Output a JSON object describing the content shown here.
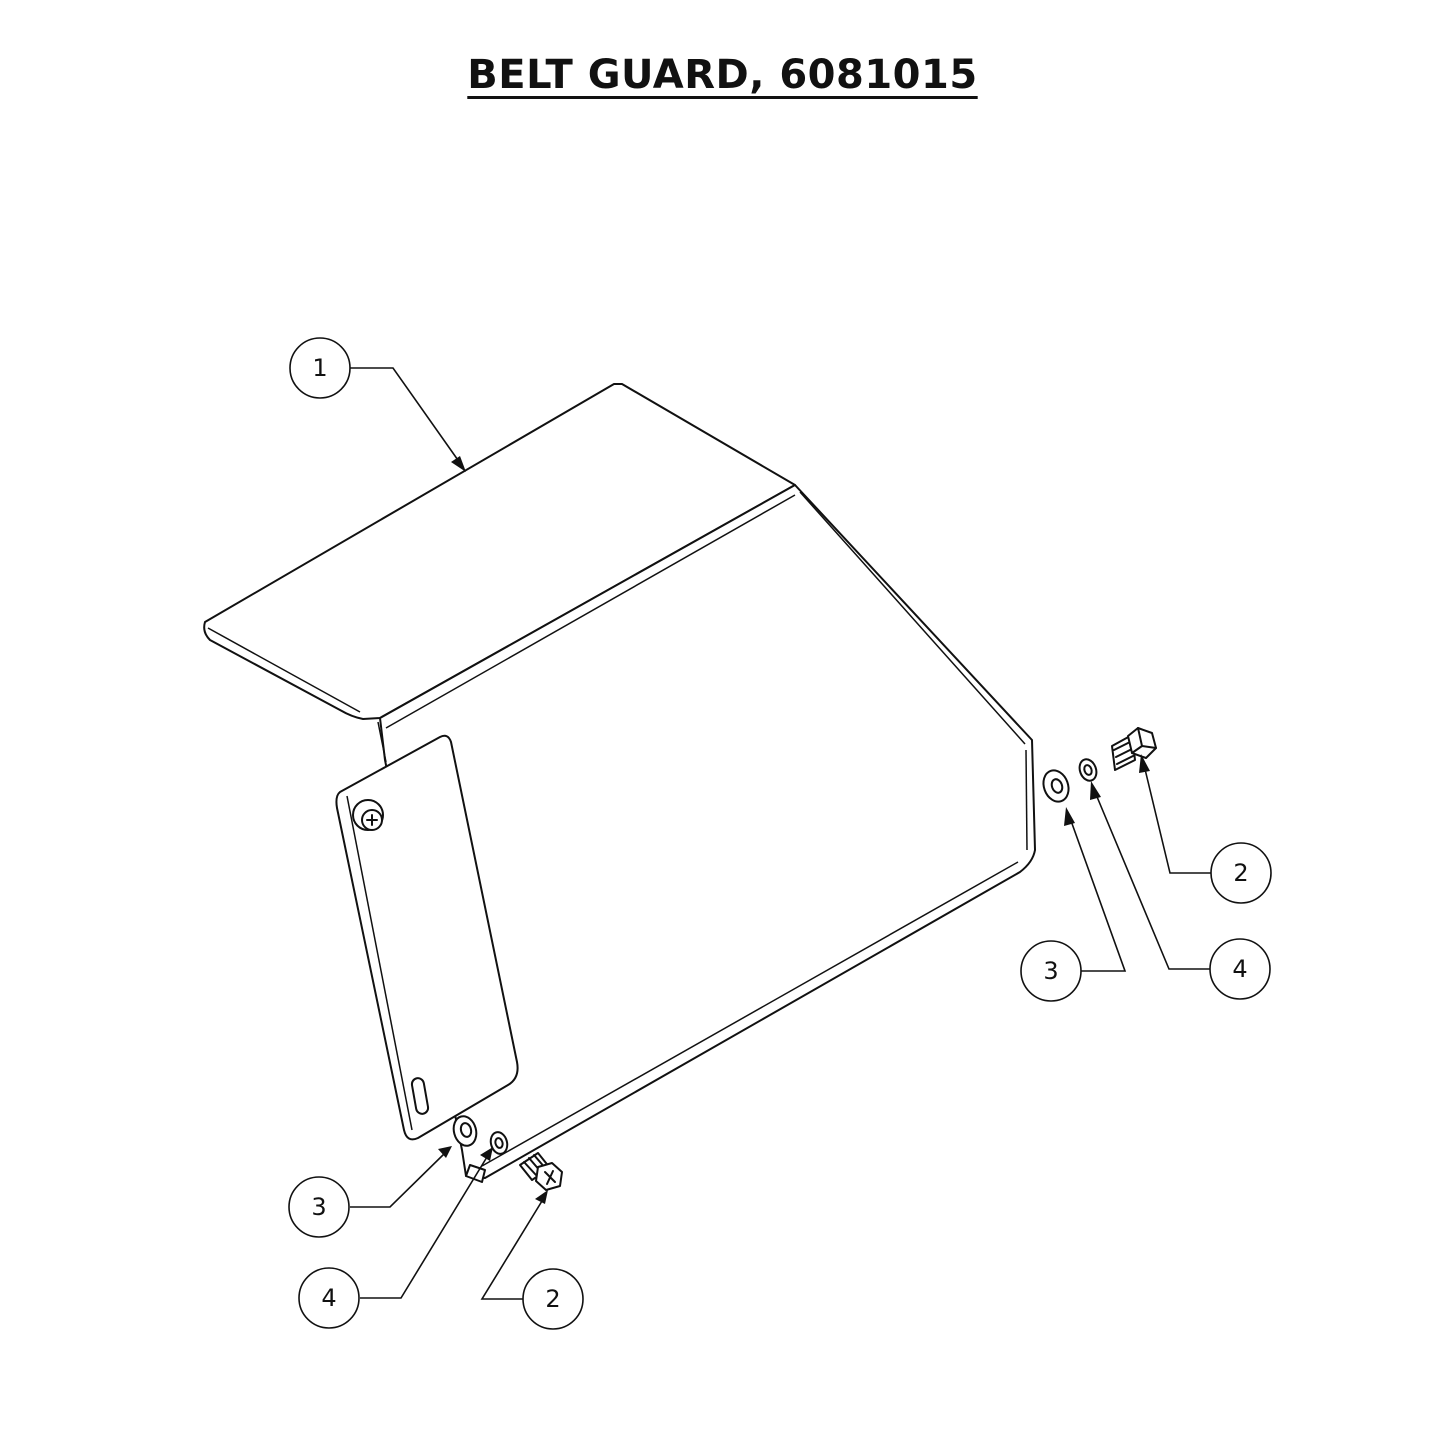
{
  "title": "BELT GUARD, 6081015",
  "callouts": [
    {
      "id": "callout-1-top",
      "number": "1"
    },
    {
      "id": "callout-2-right",
      "number": "2"
    },
    {
      "id": "callout-3-right",
      "number": "3"
    },
    {
      "id": "callout-4-right",
      "number": "4"
    },
    {
      "id": "callout-3-bottom",
      "number": "3"
    },
    {
      "id": "callout-4-bottom",
      "number": "4"
    },
    {
      "id": "callout-2-bottom",
      "number": "2"
    }
  ],
  "colors": {
    "line": "#111111",
    "background": "#ffffff"
  }
}
